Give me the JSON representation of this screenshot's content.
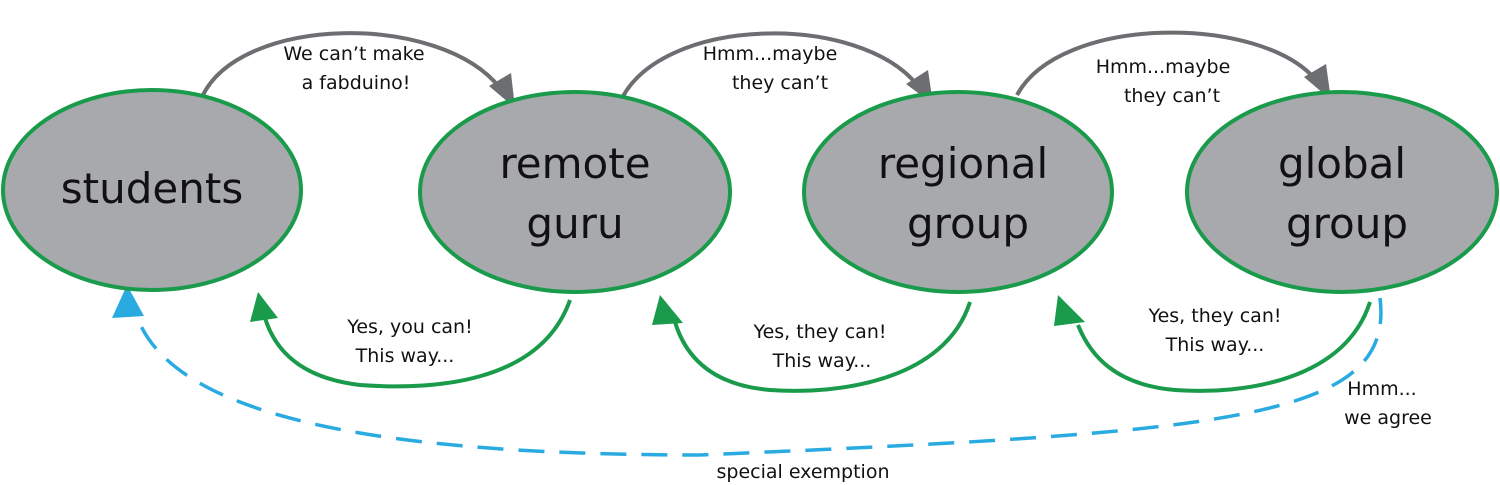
{
  "nodes": [
    {
      "id": "students",
      "label": [
        "students"
      ]
    },
    {
      "id": "remote-guru",
      "label": [
        "remote",
        "guru"
      ]
    },
    {
      "id": "regional-group",
      "label": [
        "regional",
        "group"
      ]
    },
    {
      "id": "global-group",
      "label": [
        "global",
        "group"
      ]
    }
  ],
  "escalations": [
    {
      "from": "students",
      "to": "remote-guru",
      "label": [
        "We can’t make",
        "a fabduino!"
      ]
    },
    {
      "from": "remote-guru",
      "to": "regional-group",
      "label": [
        "Hmm...maybe",
        "they can’t"
      ]
    },
    {
      "from": "regional-group",
      "to": "global-group",
      "label": [
        "Hmm...maybe",
        "they can’t"
      ]
    }
  ],
  "responses": [
    {
      "from": "remote-guru",
      "to": "students",
      "label": [
        "Yes, you can!",
        "This way..."
      ]
    },
    {
      "from": "regional-group",
      "to": "remote-guru",
      "label": [
        "Yes, they can!",
        "This way..."
      ]
    },
    {
      "from": "global-group",
      "to": "regional-group",
      "label": [
        "Yes, they can!",
        "This way..."
      ]
    }
  ],
  "exemption": {
    "from": "global-group",
    "to": "students",
    "label": "special exemption",
    "side_label": [
      "Hmm...",
      "we agree"
    ]
  },
  "colors": {
    "node_fill": "#a7a9ac",
    "node_stroke": "#1a9b4b",
    "escalation_arrow": "#6d6e71",
    "response_arrow": "#1a9b4b",
    "exemption_arrow": "#29abe2"
  }
}
